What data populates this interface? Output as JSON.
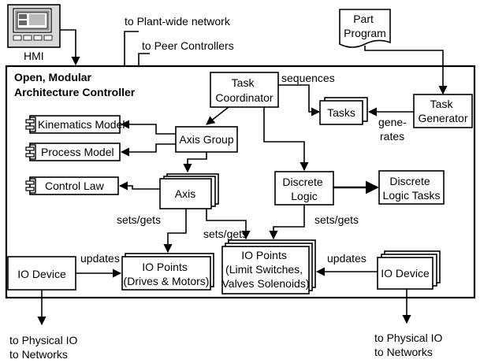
{
  "hmi": {
    "label": "HMI"
  },
  "external": {
    "plant_network": "to Plant-wide network",
    "peer_controllers": "to Peer Controllers",
    "part_program": [
      "Part",
      "Program"
    ],
    "physical_io_left": [
      "to Physical IO",
      "to Networks"
    ],
    "physical_io_right": [
      "to Physical IO",
      "to Networks"
    ]
  },
  "controller": {
    "title": [
      "Open, Modular",
      "Architecture Controller"
    ]
  },
  "nodes": {
    "task_coordinator": [
      "Task",
      "Coordinator"
    ],
    "tasks": "Tasks",
    "task_generator": [
      "Task",
      "Generator"
    ],
    "kinematics_model": "Kinematics Model",
    "process_model": "Process Model",
    "axis_group": "Axis Group",
    "control_law": "Control Law",
    "axis": "Axis",
    "discrete_logic": [
      "Discrete",
      "Logic"
    ],
    "discrete_logic_tasks": [
      "Discrete",
      "Logic Tasks"
    ],
    "io_device_left": "IO Device",
    "io_points_drives": [
      "IO Points",
      "(Drives & Motors)"
    ],
    "io_points_switches": [
      "IO Points",
      "(Limit Switches,",
      "Valves Solenoids)"
    ],
    "io_device_right": "IO Device"
  },
  "edge_labels": {
    "sequences": "sequences",
    "generates": [
      "gene-",
      "rates"
    ],
    "sets_gets_axis": "sets/gets",
    "sets_gets_mid": "sets/gets",
    "sets_gets_logic": "sets/gets",
    "updates_left": "updates",
    "updates_right": "updates"
  }
}
